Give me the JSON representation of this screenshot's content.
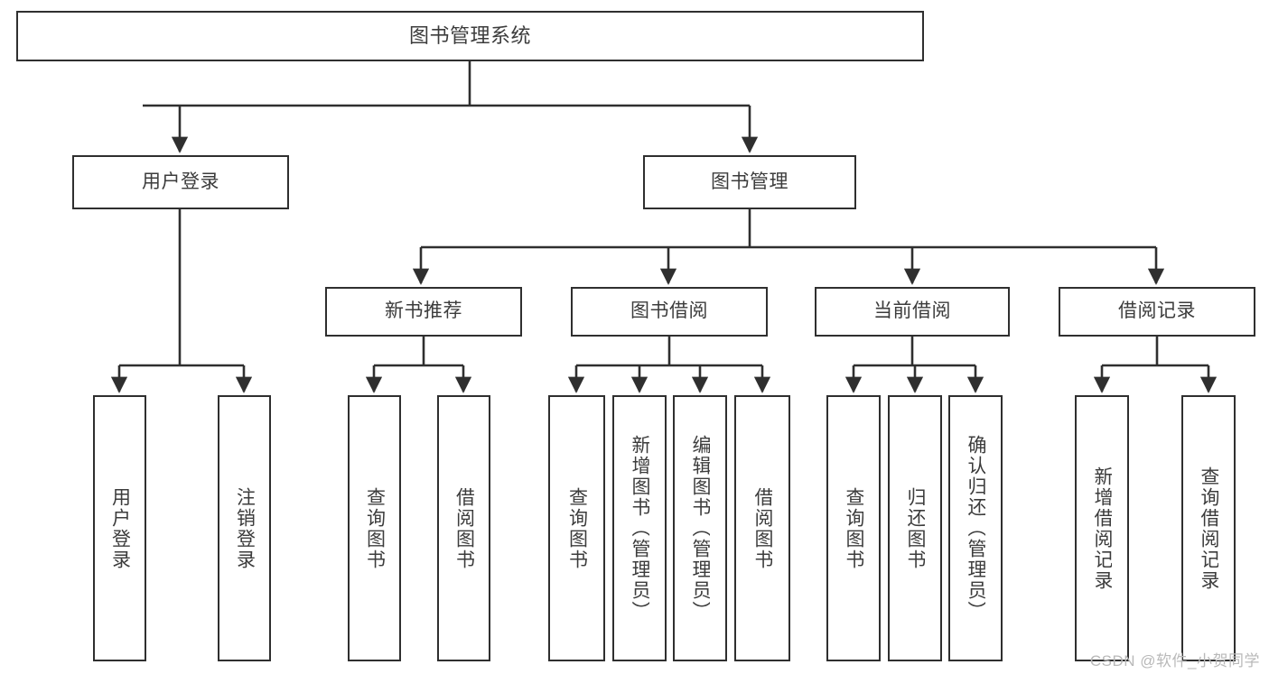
{
  "diagram": {
    "type": "tree",
    "title": "图书管理系统",
    "watermark": "CSDN @软件_小贺同学",
    "colors": {
      "stroke": "#2f2f2f",
      "text": "#3c3c3c",
      "background": "#ffffff",
      "watermark": "#b9b9b9"
    },
    "nodes": {
      "root": {
        "label": "图书管理系统"
      },
      "level2": [
        {
          "label": "用户登录"
        },
        {
          "label": "图书管理"
        }
      ],
      "level3": [
        {
          "label": "新书推荐"
        },
        {
          "label": "图书借阅"
        },
        {
          "label": "当前借阅"
        },
        {
          "label": "借阅记录"
        }
      ],
      "leaves": {
        "user_login": [
          {
            "label": "用户登录"
          },
          {
            "label": "注销登录"
          }
        ],
        "new_book": [
          {
            "label": "查询图书"
          },
          {
            "label": "借阅图书"
          }
        ],
        "book_borrow": [
          {
            "label": "查询图书"
          },
          {
            "label": "新增图书（管理员）"
          },
          {
            "label": "编辑图书（管理员）"
          },
          {
            "label": "借阅图书"
          }
        ],
        "current_borrow": [
          {
            "label": "查询图书"
          },
          {
            "label": "归还图书"
          },
          {
            "label": "确认归还（管理员）"
          }
        ],
        "borrow_record": [
          {
            "label": "新增借阅记录"
          },
          {
            "label": "查询借阅记录"
          }
        ]
      }
    }
  }
}
